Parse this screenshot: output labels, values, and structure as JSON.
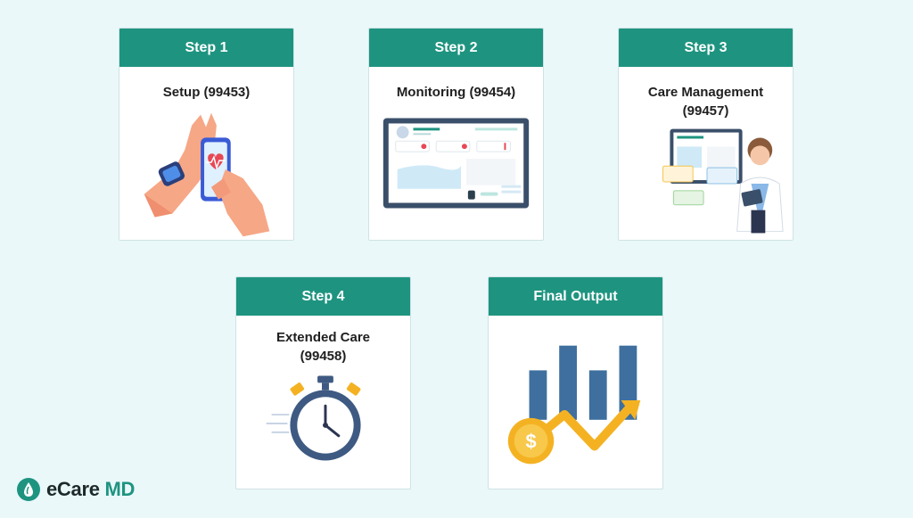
{
  "steps": [
    {
      "header": "Step 1",
      "title": "Setup (99453)"
    },
    {
      "header": "Step 2",
      "title": "Monitoring (99454)"
    },
    {
      "header": "Step 3",
      "title": "Care Management\n(99457)"
    },
    {
      "header": "Step 4",
      "title": "Extended Care\n(99458)"
    },
    {
      "header": "Final Output",
      "title": ""
    }
  ],
  "brand": {
    "name_part1": "eCare",
    "name_part2": "MD"
  },
  "colors": {
    "header": "#1e9480",
    "background": "#eaf8fa",
    "card": "#ffffff",
    "bar": "#3e6f9e",
    "accent": "#f4b223"
  }
}
